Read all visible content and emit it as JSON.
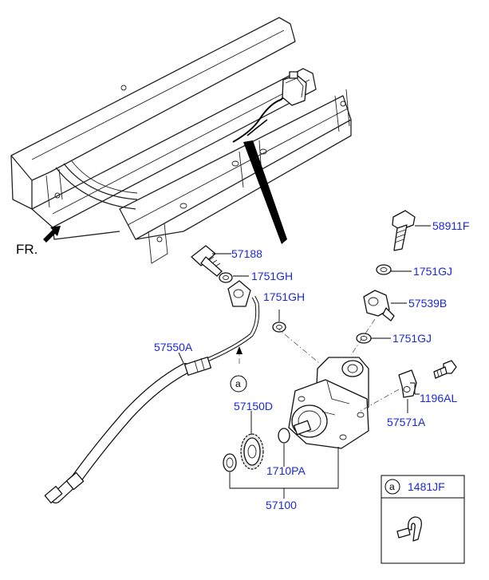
{
  "labels": {
    "p58911F": "58911F",
    "p57188": "57188",
    "p1751GH_a": "1751GH",
    "p1751GH_b": "1751GH",
    "p1751GJ_a": "1751GJ",
    "p57539B": "57539B",
    "p1751GJ_b": "1751GJ",
    "p57550A": "57550A",
    "p57150D": "57150D",
    "p1196AL": "1196AL",
    "p57571A": "57571A",
    "p1710PA": "1710PA",
    "p57100": "57100",
    "p1481JF": "1481JF"
  },
  "front_marker": "FR.",
  "callout_letter": "a",
  "legend_callout_letter": "a",
  "colors": {
    "label": "#1b2ad6",
    "line": "#111111"
  }
}
